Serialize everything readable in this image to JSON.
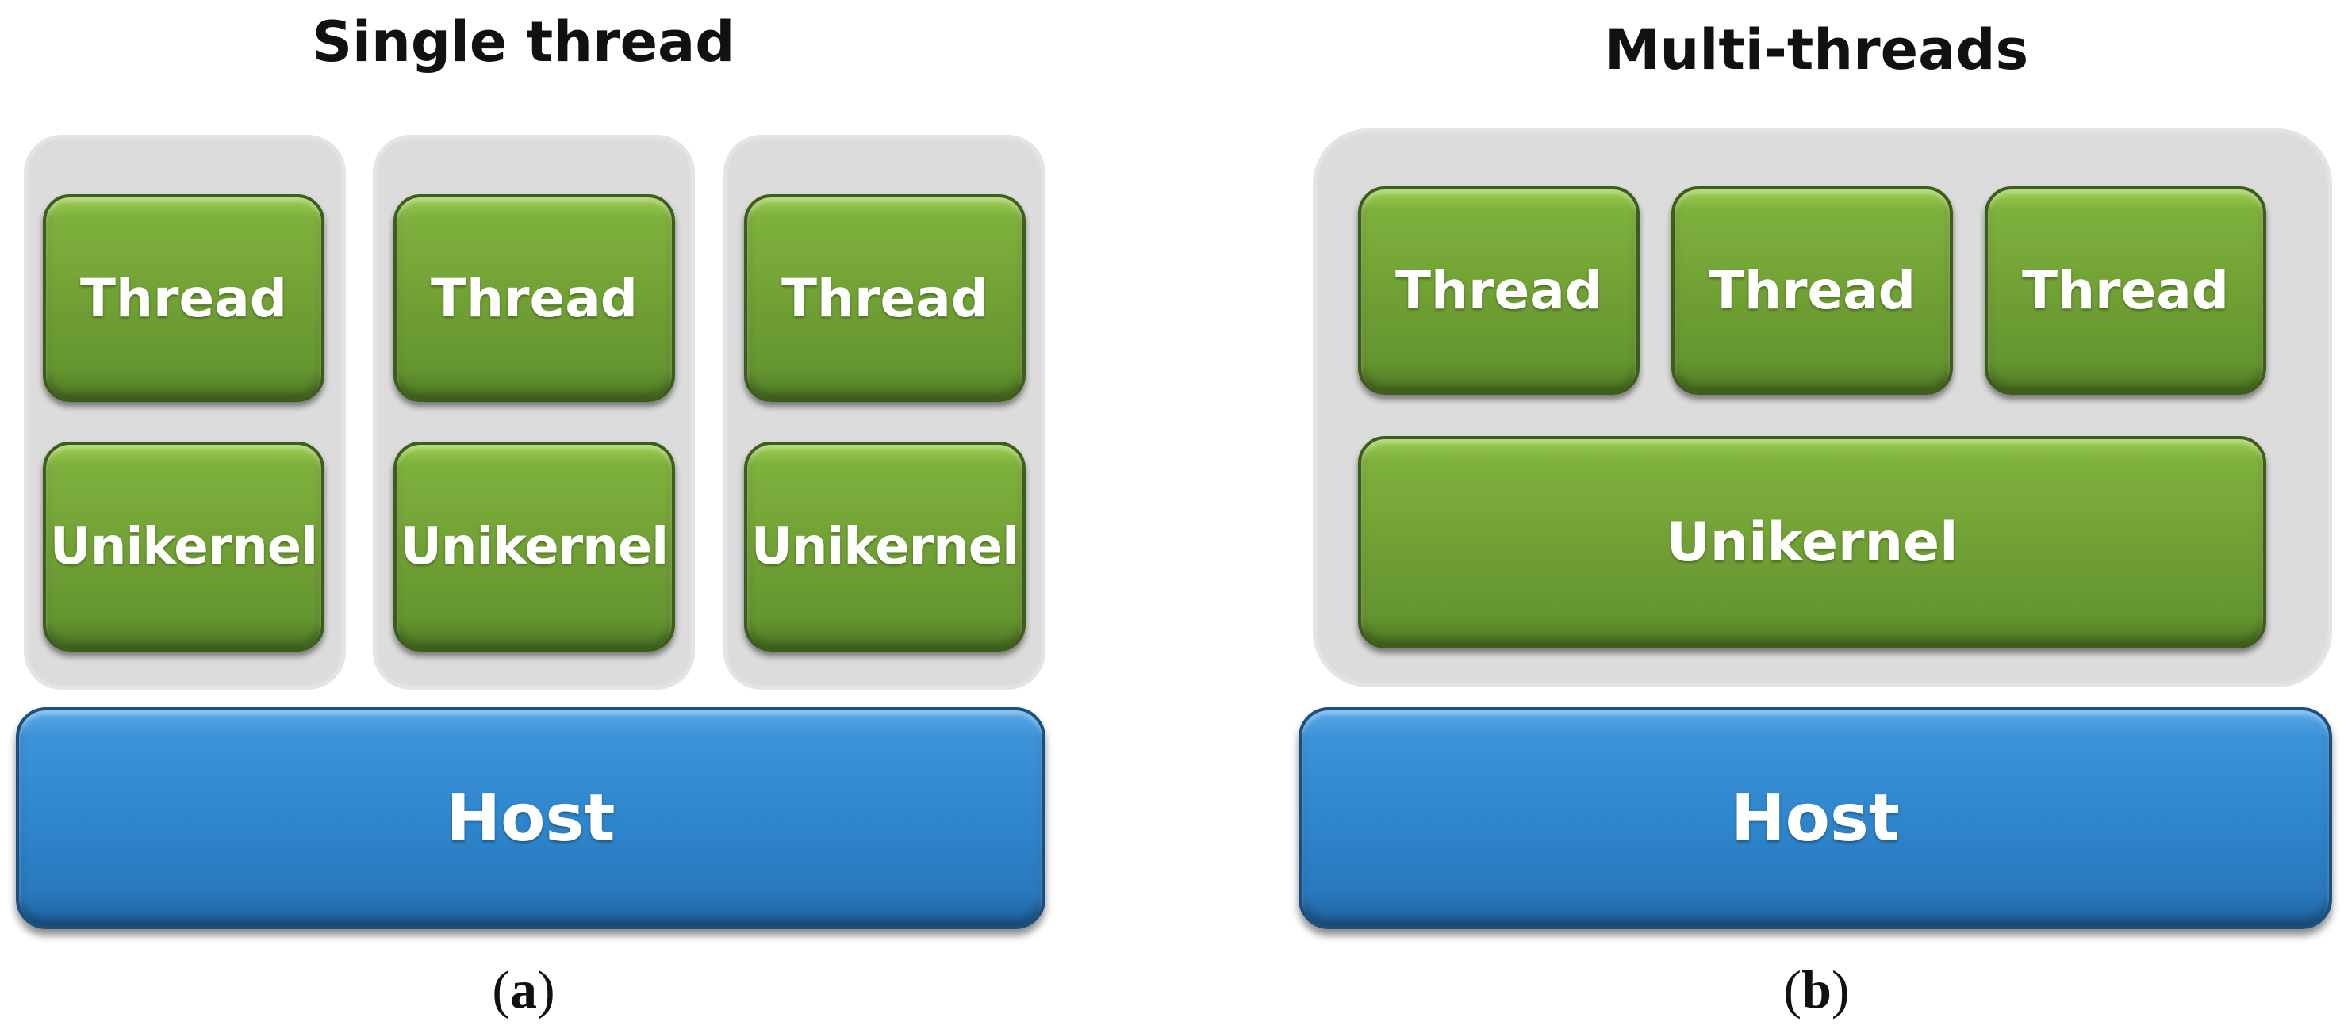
{
  "panel_a": {
    "title": "Single thread",
    "caption_paren_open": "(",
    "caption_letter": "a",
    "caption_paren_close": ")",
    "columns": [
      {
        "thread": "Thread",
        "unikernel": "Unikernel"
      },
      {
        "thread": "Thread",
        "unikernel": "Unikernel"
      },
      {
        "thread": "Thread",
        "unikernel": "Unikernel"
      }
    ],
    "host": "Host"
  },
  "panel_b": {
    "title": "Multi-threads",
    "caption_paren_open": "(",
    "caption_letter": "b",
    "caption_paren_close": ")",
    "threads": [
      "Thread",
      "Thread",
      "Thread"
    ],
    "unikernel": "Unikernel",
    "host": "Host"
  },
  "colors": {
    "thread_green": "#73a335",
    "host_blue": "#2f86cd",
    "container_gray": "#dcdcdc"
  }
}
